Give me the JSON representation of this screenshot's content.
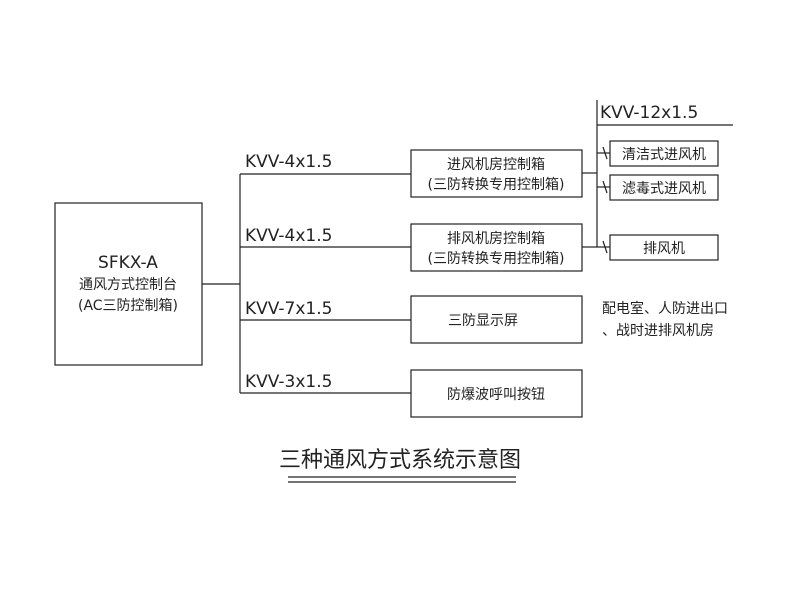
{
  "source": {
    "code": "SFKX-A",
    "line1": "通风方式控制台",
    "line2": "(AC三防控制箱)"
  },
  "branches": [
    {
      "cable": "KVV-4x1.5",
      "line1": "进风机房控制箱",
      "line2": "(三防转换专用控制箱)"
    },
    {
      "cable": "KVV-4x1.5",
      "line1": "排风机房控制箱",
      "line2": "(三防转换专用控制箱)"
    },
    {
      "cable": "KVV-7x1.5",
      "line1": "三防显示屏",
      "line2": ""
    },
    {
      "cable": "KVV-3x1.5",
      "line1": "防爆波呼叫按钮",
      "line2": ""
    }
  ],
  "bus_cable": "KVV-12x1.5",
  "fans": [
    "清洁式进风机",
    "滤毒式进风机",
    "排风机"
  ],
  "note": {
    "line1": "配电室、人防进出口",
    "line2": "、战时进排风机房"
  },
  "title": "三种通风方式系统示意图"
}
